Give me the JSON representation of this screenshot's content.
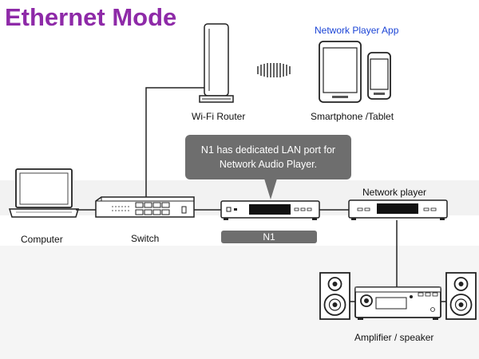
{
  "title": "Ethernet Mode",
  "app_label": "Network Player App",
  "nodes": {
    "router": "Wi-Fi Router",
    "smartphone": "Smartphone /Tablet",
    "computer": "Computer",
    "switch": "Switch",
    "n1": "N1",
    "network_player": "Network player",
    "amplifier": "Amplifier / speaker"
  },
  "callout": {
    "line1": "N1 has dedicated LAN port for",
    "line2": "Network Audio Player."
  },
  "colors": {
    "title": "#8e2aa8",
    "app_label": "#1b44d6",
    "callout_bg": "#6e6e6e"
  }
}
